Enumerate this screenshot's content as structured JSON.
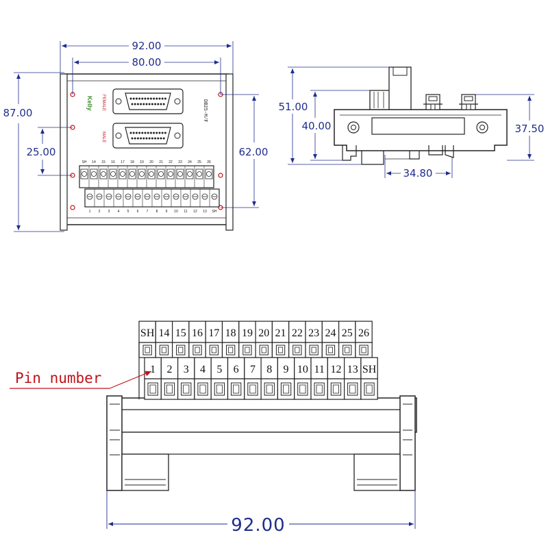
{
  "top_view": {
    "dim_width_outer": "92.00",
    "dim_width_holes": "80.00",
    "dim_height": "87.00",
    "dim_hole_pitch_left": "25.00",
    "dim_hole_pitch_right": "62.00",
    "brand": "Kelly",
    "connector_top_label": "FEMALE",
    "connector_bottom_label": "MALE",
    "model": "DB25-M/F",
    "top_row_labels": [
      "SH",
      "14",
      "15",
      "16",
      "17",
      "18",
      "19",
      "20",
      "21",
      "22",
      "23",
      "24",
      "25",
      "26"
    ],
    "bottom_row_labels": [
      "1",
      "2",
      "3",
      "4",
      "5",
      "6",
      "7",
      "8",
      "9",
      "10",
      "11",
      "12",
      "13",
      "SH"
    ]
  },
  "side_view": {
    "dim_height_total": "51.00",
    "dim_height_body": "40.00",
    "dim_height_right": "37.50",
    "dim_rail_width": "34.80"
  },
  "front_view": {
    "callout": "Pin number",
    "top_row": [
      "SH",
      "14",
      "15",
      "16",
      "17",
      "18",
      "19",
      "20",
      "21",
      "22",
      "23",
      "24",
      "25",
      "26"
    ],
    "bottom_row": [
      "1",
      "2",
      "3",
      "4",
      "5",
      "6",
      "7",
      "8",
      "9",
      "10",
      "11",
      "12",
      "13",
      "SH"
    ],
    "dim_width": "92.00"
  },
  "colors": {
    "dimension": "#1f2d8c",
    "callout": "#c0121a",
    "outline": "#222222",
    "brand": "#3d8f2a"
  }
}
